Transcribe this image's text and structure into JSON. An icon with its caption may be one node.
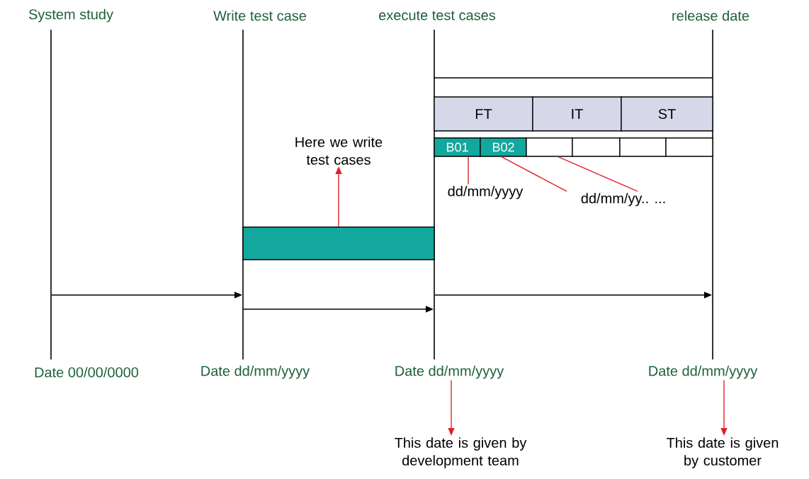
{
  "diagram": {
    "nodes": [
      {
        "text": [],
        "shape": "line"
      },
      {
        "text": [],
        "shape": "line"
      },
      {
        "text": [],
        "shape": "line"
      },
      {
        "text": [],
        "shape": "line"
      },
      {
        "text": [
          "System study"
        ]
      },
      {
        "text": [
          "Write test case"
        ]
      },
      {
        "text": [
          "execute test cases"
        ]
      },
      {
        "text": [
          "release date"
        ]
      },
      {
        "text": [
          "Date 00/00/0000"
        ]
      },
      {
        "text": [
          "Date dd/mm/yyyy"
        ]
      },
      {
        "text": [
          "Date dd/mm/yyyy"
        ]
      },
      {
        "text": [
          "Date dd/mm/yyyy"
        ]
      },
      {
        "text": [
          "FT"
        ]
      },
      {
        "text": [
          "IT"
        ]
      },
      {
        "text": [
          "ST"
        ]
      },
      {
        "text": [
          "B01"
        ]
      },
      {
        "text": [
          "B02"
        ]
      },
      {
        "text": [],
        "shape": "box"
      },
      {
        "text": [],
        "shape": "box"
      },
      {
        "text": [],
        "shape": "box"
      },
      {
        "text": [],
        "shape": "box"
      },
      {
        "text": [
          "Here we write test cases"
        ]
      },
      {
        "text": [],
        "shape": "bar"
      },
      {
        "text": [
          "dd/mm/yyyy"
        ]
      },
      {
        "text": [
          "dd/mm/yy.. ..."
        ]
      },
      {
        "text": [
          "This date is given by development team"
        ]
      },
      {
        "text": [
          "This date is given by customer"
        ]
      }
    ],
    "edges": [
      {
        "from": 0,
        "to": 1,
        "arrow": "to",
        "color": "#000000"
      },
      {
        "from": 1,
        "to": 2,
        "arrow": "to",
        "color": "#000000"
      },
      {
        "from": 2,
        "to": 3,
        "arrow": "to",
        "color": "#000000"
      },
      {
        "from": 22,
        "to": 21,
        "arrow": "to",
        "color": "#e0202a"
      },
      {
        "from": 23,
        "to": 15,
        "arrow": "none",
        "color": "#e0202a"
      },
      {
        "from": 24,
        "to": 16,
        "arrow": "none",
        "color": "#e0202a"
      },
      {
        "from": 24,
        "to": 17,
        "arrow": "none",
        "color": "#e0202a"
      },
      {
        "from": 10,
        "to": 25,
        "arrow": "to",
        "color": "#e0202a"
      },
      {
        "from": 11,
        "to": 26,
        "arrow": "to",
        "color": "#e0202a"
      }
    ]
  }
}
